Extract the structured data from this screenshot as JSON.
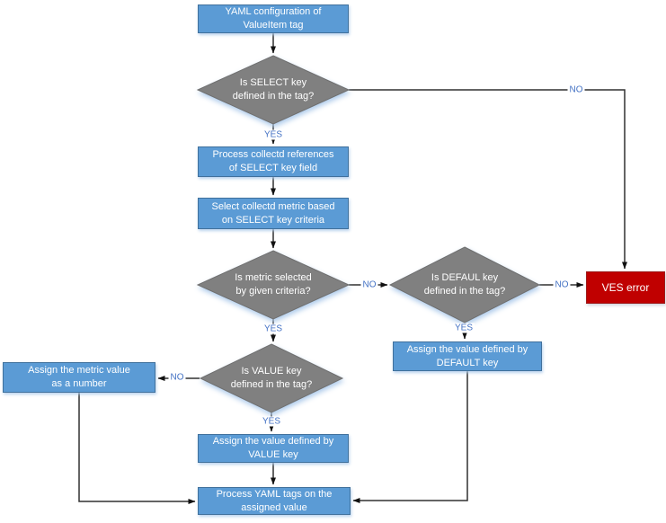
{
  "colors": {
    "process_fill": "#5B9BD5",
    "process_border": "#41719C",
    "decision_fill": "#808080",
    "decision_border": "#6F6F6F",
    "error_fill": "#C00000",
    "error_border": "#9C1C1C",
    "connector": "#303030",
    "edge_label_color": "#4472C4",
    "diamond_glow": "#AECBEB",
    "text_color": "#FFFFFF"
  },
  "nodes": {
    "start": {
      "type": "process",
      "label": "YAML configuration of\nValueItem tag"
    },
    "select_key": {
      "type": "decision",
      "label": "Is SELECT key\ndefined in the tag?"
    },
    "process_refs": {
      "type": "process",
      "label": "Process collectd references\nof SELECT key field"
    },
    "select_metric": {
      "type": "process",
      "label": "Select collectd metric based\non SELECT key criteria"
    },
    "metric_selected": {
      "type": "decision",
      "label": "Is metric selected\nby given criteria?"
    },
    "default_key": {
      "type": "decision",
      "label": "Is DEFAUL key\ndefined in the tag?"
    },
    "ves_error": {
      "type": "error",
      "label": "VES error"
    },
    "assign_default": {
      "type": "process",
      "label": "Assign the value defined by\nDEFAULT key"
    },
    "value_key": {
      "type": "decision",
      "label": "Is VALUE key\ndefined in the tag?"
    },
    "assign_metric": {
      "type": "process",
      "label": "Assign the metric value\nas a number"
    },
    "assign_value": {
      "type": "process",
      "label": "Assign the value defined by\nVALUE key"
    },
    "process_yaml": {
      "type": "process",
      "label": "Process YAML tags on the\nassigned value"
    }
  },
  "edge_labels": {
    "yes": "YES",
    "no": "NO"
  },
  "edges": [
    {
      "from": "start",
      "to": "select_key",
      "label": ""
    },
    {
      "from": "select_key",
      "to": "process_refs",
      "label": "YES"
    },
    {
      "from": "select_key",
      "to": "ves_error",
      "label": "NO"
    },
    {
      "from": "process_refs",
      "to": "select_metric",
      "label": ""
    },
    {
      "from": "select_metric",
      "to": "metric_selected",
      "label": ""
    },
    {
      "from": "metric_selected",
      "to": "default_key",
      "label": "NO"
    },
    {
      "from": "metric_selected",
      "to": "value_key",
      "label": "YES"
    },
    {
      "from": "default_key",
      "to": "ves_error",
      "label": "NO"
    },
    {
      "from": "default_key",
      "to": "assign_default",
      "label": "YES"
    },
    {
      "from": "assign_default",
      "to": "process_yaml",
      "label": ""
    },
    {
      "from": "value_key",
      "to": "assign_metric",
      "label": "NO"
    },
    {
      "from": "value_key",
      "to": "assign_value",
      "label": "YES"
    },
    {
      "from": "assign_value",
      "to": "process_yaml",
      "label": ""
    },
    {
      "from": "assign_metric",
      "to": "process_yaml",
      "label": ""
    }
  ]
}
